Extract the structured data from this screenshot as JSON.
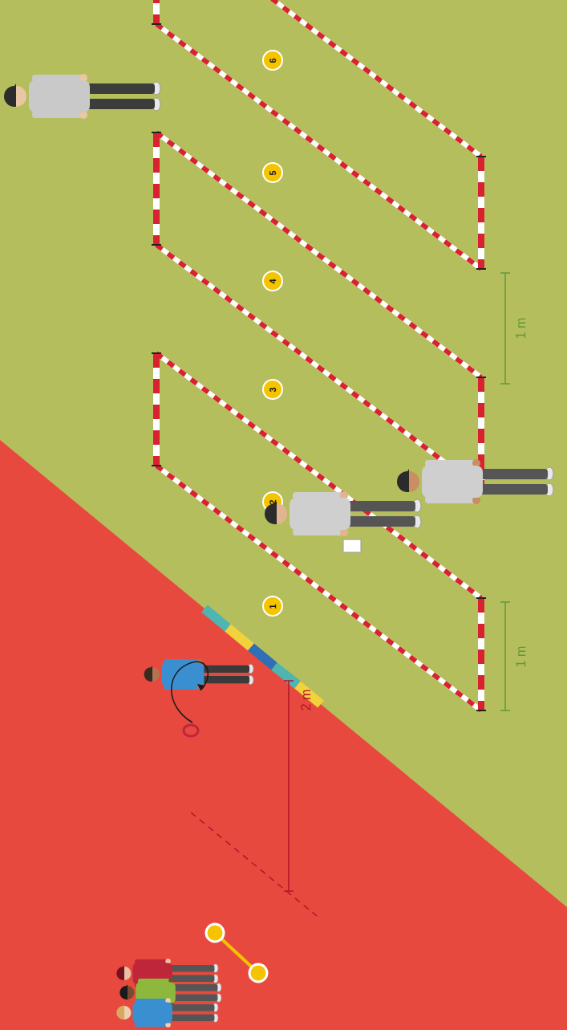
{
  "diagram": {
    "labels": [
      "1",
      "2",
      "3",
      "4",
      "5",
      "6",
      "2 m",
      "1 m",
      "1 m"
    ]
  }
}
